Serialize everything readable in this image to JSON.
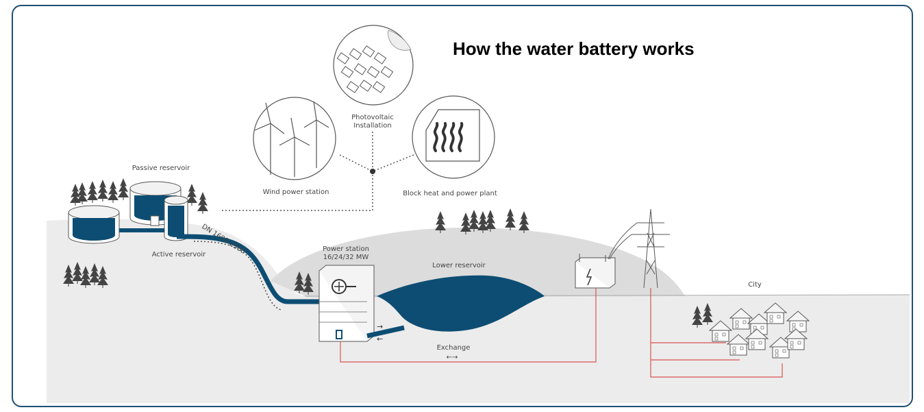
{
  "title": "How the water battery works",
  "labels": {
    "photovoltaic_line1": "Photovoltaic",
    "photovoltaic_line2": "Installation",
    "wind": "Wind power station",
    "block_heat": "Block heat and power plant",
    "passive_reservoir": "Passive reservoir",
    "active_reservoir": "Active reservoir",
    "pipe": "DN 1600-2500",
    "power_station_line1": "Power station",
    "power_station_line2": "16/24/32 MW",
    "lower_reservoir": "Lower reservoir",
    "exchange": "Exchange",
    "exchange_arrows": "←→",
    "city": "City"
  },
  "colors": {
    "frame_border": "#1d4f72",
    "water": "#0d4d73",
    "ground": "#ececec",
    "hill": "#dcdcdc",
    "power_line": "#d9534f",
    "line_art": "#555555"
  }
}
